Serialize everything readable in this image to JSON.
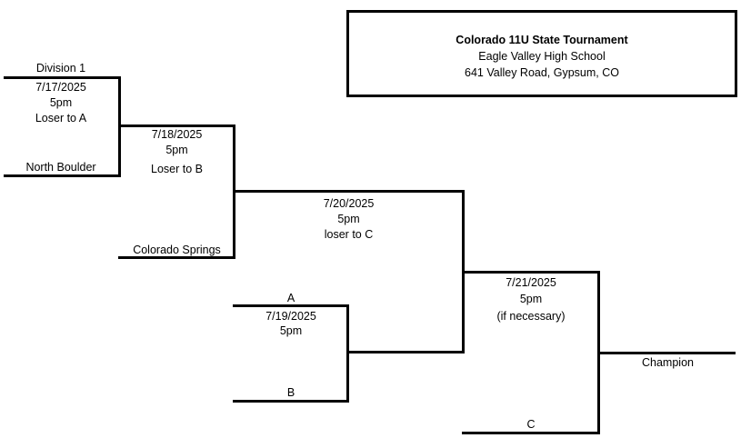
{
  "header": {
    "title": "Colorado 11U State Tournament",
    "venue": "Eagle Valley High School",
    "address": "641 Valley Road, Gypsum, CO"
  },
  "bracket": {
    "game1": {
      "top_team": "Division 1",
      "date": "7/17/2025",
      "time": "5pm",
      "note": "Loser to A",
      "bottom_team": "North Boulder"
    },
    "game2": {
      "date": "7/18/2025",
      "time": "5pm",
      "note": "Loser to B",
      "bottom_team": "Colorado Springs"
    },
    "game3": {
      "top_team": "A",
      "date": "7/19/2025",
      "time": "5pm",
      "bottom_team": "B"
    },
    "game4": {
      "date": "7/20/2025",
      "time": "5pm",
      "note": "loser to C"
    },
    "game5": {
      "date": "7/21/2025",
      "time": "5pm",
      "note": "(if necessary)",
      "bottom_team": "C"
    },
    "winner_label": "Champion"
  }
}
